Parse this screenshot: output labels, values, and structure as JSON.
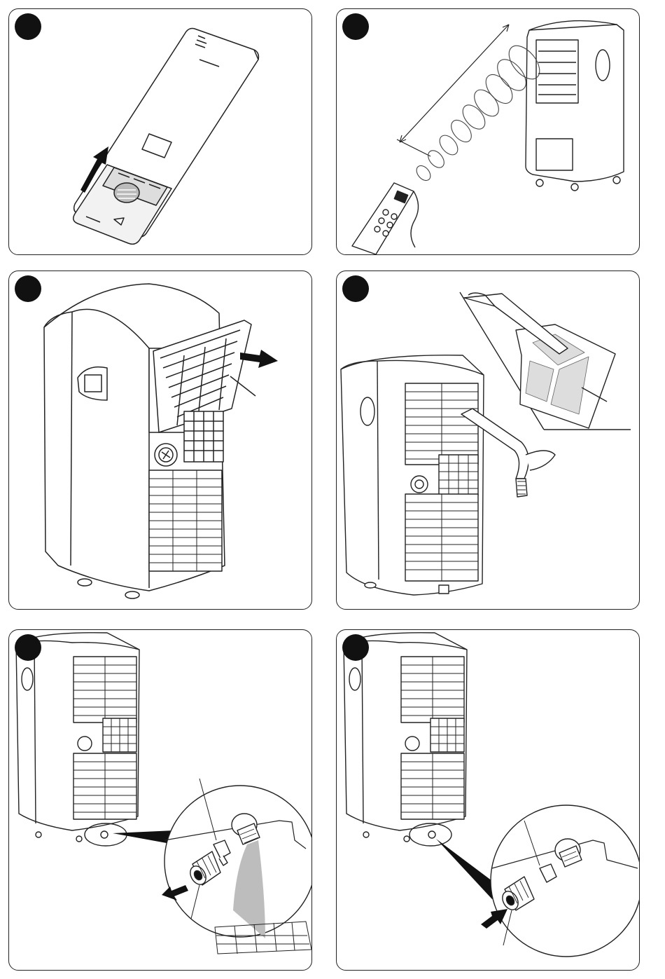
{
  "figure": {
    "panels": [
      {
        "id": 1,
        "content": "remote-battery-cover"
      },
      {
        "id": 2,
        "content": "remote-signal-to-unit"
      },
      {
        "id": 3,
        "content": "filter-removal"
      },
      {
        "id": 4,
        "content": "filter-vacuum-cleaning"
      },
      {
        "id": 5,
        "content": "drain-cap-removal"
      },
      {
        "id": 6,
        "content": "drain-cap-refit"
      }
    ],
    "badge_color": "#111111",
    "line_color": "#222222",
    "grey_fill": "#bdbdbd"
  }
}
